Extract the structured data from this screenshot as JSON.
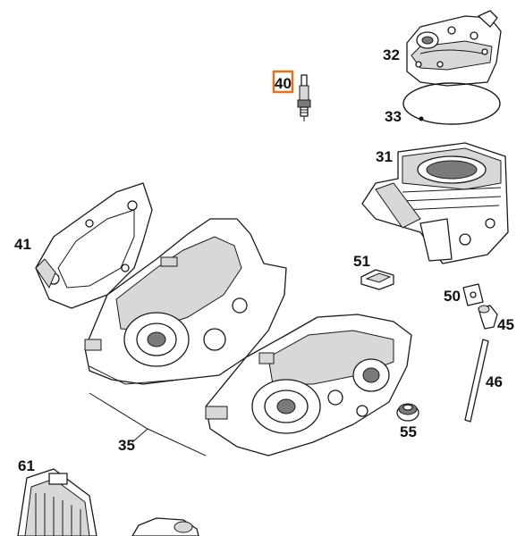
{
  "diagram": {
    "highlight_color": "#e8701a",
    "highlighted_label": "40",
    "labels": {
      "p32": "32",
      "p33": "33",
      "p40": "40",
      "p31": "31",
      "p41": "41",
      "p51": "51",
      "p50": "50",
      "p45": "45",
      "p46": "46",
      "p35": "35",
      "p55": "55",
      "p61": "61"
    }
  }
}
